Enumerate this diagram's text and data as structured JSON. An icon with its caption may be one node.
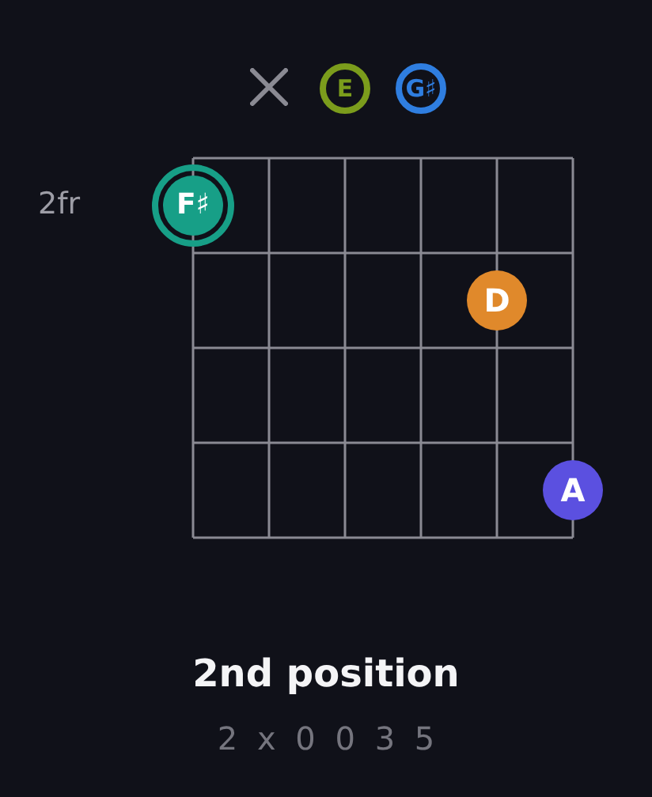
{
  "diagram": {
    "title": "2nd position",
    "nodes": [
      {
        "text": [
          "E"
        ]
      },
      {
        "text": [
          "G♯"
        ]
      },
      {
        "text": [
          "F♯"
        ]
      },
      {
        "text": [
          "D"
        ]
      },
      {
        "text": [
          "A"
        ]
      }
    ],
    "labels": [
      "2fr",
      "2 x 0 0 3 5"
    ]
  }
}
